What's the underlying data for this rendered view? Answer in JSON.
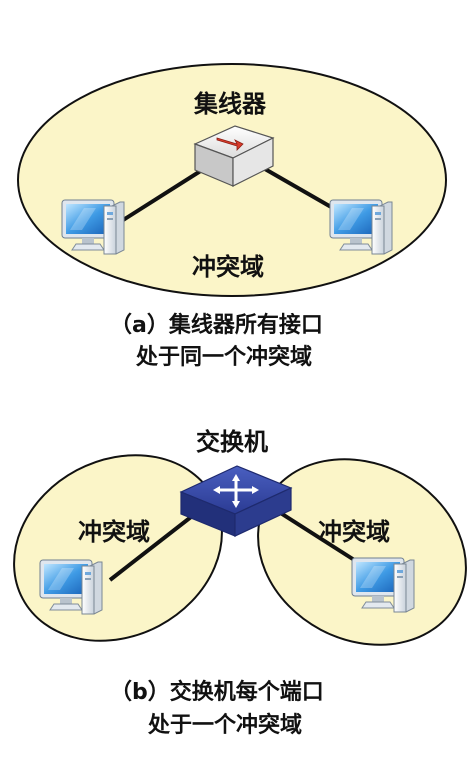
{
  "colors": {
    "domain_fill": "#fbf5c8",
    "domain_stroke": "#111111",
    "hub_red": "#d93b2b",
    "switch_blue": "#2d3f9a",
    "pc_blue": "#2a86d8"
  },
  "panel_a": {
    "device_label": "集线器",
    "device_icon": "hub-icon",
    "domain_label": "冲突域",
    "caption_line1": "（a）集线器所有接口",
    "caption_line2": "处于同一个冲突域"
  },
  "panel_b": {
    "device_label": "交换机",
    "device_icon": "switch-icon",
    "domain_left_label": "冲突域",
    "domain_right_label": "冲突域",
    "caption_line1": "（b）交换机每个端口",
    "caption_line2": "处于一个冲突域"
  }
}
